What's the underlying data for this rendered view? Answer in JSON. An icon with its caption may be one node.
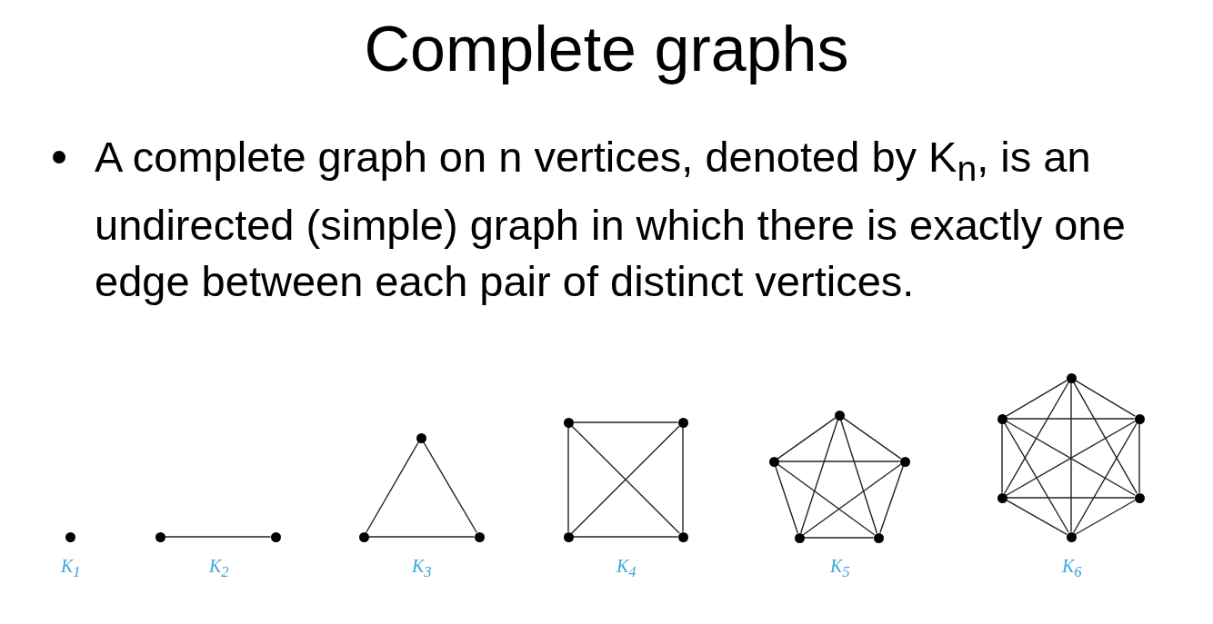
{
  "diagram": {
    "title": "Complete graphs",
    "nodes": [
      {
        "text": [],
        "shape": "circle"
      },
      {
        "text": [],
        "shape": "circle"
      },
      {
        "text": [],
        "shape": "circle"
      },
      {
        "text": [],
        "shape": "circle"
      },
      {
        "text": [],
        "shape": "circle"
      },
      {
        "text": [],
        "shape": "circle"
      },
      {
        "text": [],
        "shape": "circle"
      },
      {
        "text": [],
        "shape": "circle"
      },
      {
        "text": [],
        "shape": "circle"
      },
      {
        "text": [],
        "shape": "circle"
      },
      {
        "text": [],
        "shape": "circle"
      },
      {
        "text": [],
        "shape": "circle"
      },
      {
        "text": [],
        "shape": "circle"
      },
      {
        "text": [],
        "shape": "circle"
      },
      {
        "text": [],
        "shape": "circle"
      },
      {
        "text": [],
        "shape": "circle"
      },
      {
        "text": [],
        "shape": "circle"
      },
      {
        "text": [],
        "shape": "circle"
      },
      {
        "text": [],
        "shape": "circle"
      },
      {
        "text": [],
        "shape": "circle"
      },
      {
        "text": [],
        "shape": "circle"
      }
    ],
    "edges": [
      {
        "from": 1,
        "to": 2,
        "arrow": "none"
      },
      {
        "from": 3,
        "to": 4,
        "arrow": "none"
      },
      {
        "from": 3,
        "to": 5,
        "arrow": "none"
      },
      {
        "from": 4,
        "to": 5,
        "arrow": "none"
      },
      {
        "from": 6,
        "to": 7,
        "arrow": "none"
      },
      {
        "from": 6,
        "to": 8,
        "arrow": "none"
      },
      {
        "from": 6,
        "to": 9,
        "arrow": "none"
      },
      {
        "from": 7,
        "to": 8,
        "arrow": "none"
      },
      {
        "from": 7,
        "to": 9,
        "arrow": "none"
      },
      {
        "from": 8,
        "to": 9,
        "arrow": "none"
      },
      {
        "from": 10,
        "to": 11,
        "arrow": "none"
      },
      {
        "from": 10,
        "to": 12,
        "arrow": "none"
      },
      {
        "from": 10,
        "to": 13,
        "arrow": "none"
      },
      {
        "from": 10,
        "to": 14,
        "arrow": "none"
      },
      {
        "from": 11,
        "to": 12,
        "arrow": "none"
      },
      {
        "from": 11,
        "to": 13,
        "arrow": "none"
      },
      {
        "from": 11,
        "to": 14,
        "arrow": "none"
      },
      {
        "from": 12,
        "to": 13,
        "arrow": "none"
      },
      {
        "from": 12,
        "to": 14,
        "arrow": "none"
      },
      {
        "from": 13,
        "to": 14,
        "arrow": "none"
      },
      {
        "from": 15,
        "to": 16,
        "arrow": "none"
      },
      {
        "from": 15,
        "to": 17,
        "arrow": "none"
      },
      {
        "from": 15,
        "to": 18,
        "arrow": "none"
      },
      {
        "from": 15,
        "to": 19,
        "arrow": "none"
      },
      {
        "from": 15,
        "to": 20,
        "arrow": "none"
      },
      {
        "from": 16,
        "to": 17,
        "arrow": "none"
      },
      {
        "from": 16,
        "to": 18,
        "arrow": "none"
      },
      {
        "from": 16,
        "to": 19,
        "arrow": "none"
      },
      {
        "from": 16,
        "to": 20,
        "arrow": "none"
      },
      {
        "from": 17,
        "to": 18,
        "arrow": "none"
      },
      {
        "from": 17,
        "to": 19,
        "arrow": "none"
      },
      {
        "from": 17,
        "to": 20,
        "arrow": "none"
      },
      {
        "from": 18,
        "to": 19,
        "arrow": "none"
      },
      {
        "from": 18,
        "to": 20,
        "arrow": "none"
      },
      {
        "from": 19,
        "to": 20,
        "arrow": "none"
      }
    ],
    "labels": [
      "A complete graph on n vertices, denoted by K$_{n}$, is an undirected (simple) graph in which there is exactly one edge between each pair of distinct vertices.",
      "K$_{1}$",
      "K$_{2}$",
      "K$_{3}$",
      "K$_{4}$",
      "K$_{5}$",
      "K$_{6}$"
    ]
  }
}
